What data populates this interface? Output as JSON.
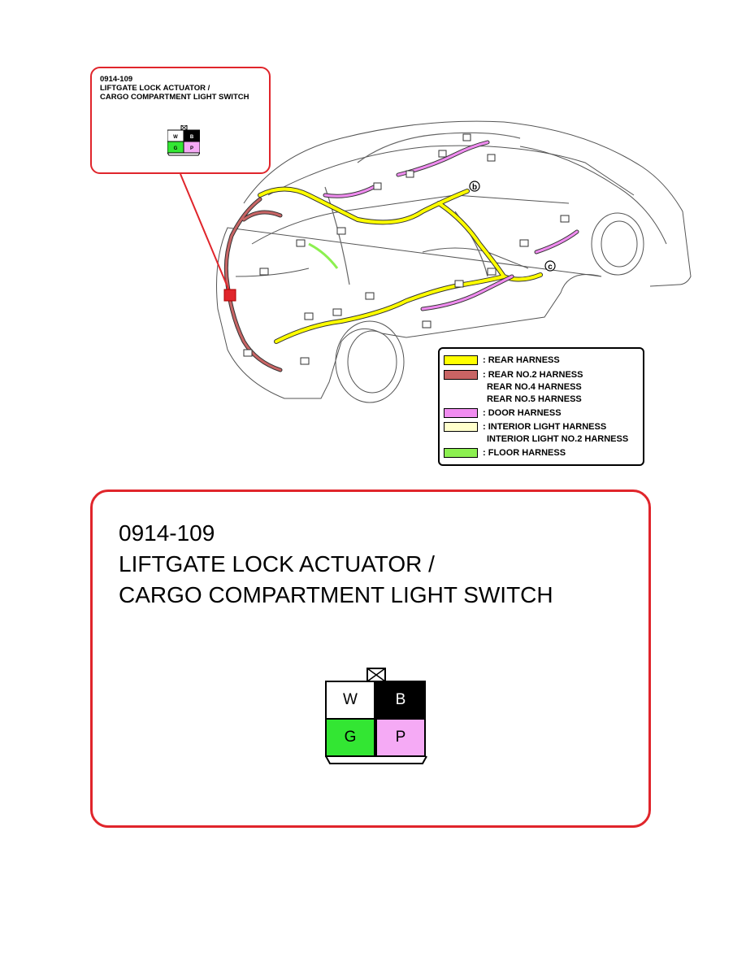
{
  "connector": {
    "code": "0914-109",
    "name_line1": "LIFTGATE LOCK ACTUATOR /",
    "name_line2": "CARGO COMPARTMENT LIGHT SWITCH",
    "pins": [
      {
        "label": "W",
        "color": "#ffffff",
        "text_color": "#000000"
      },
      {
        "label": "B",
        "color": "#000000",
        "text_color": "#ffffff"
      },
      {
        "label": "G",
        "color": "#33e633",
        "text_color": "#000000"
      },
      {
        "label": "P",
        "color": "#f5aaf5",
        "text_color": "#000000"
      }
    ]
  },
  "markers": {
    "b": "b",
    "c": "c"
  },
  "legend": [
    {
      "color": "#ffff00",
      "lines": [
        ": REAR HARNESS"
      ]
    },
    {
      "color": "#c86464",
      "lines": [
        ": REAR NO.2 HARNESS",
        "REAR NO.4 HARNESS",
        "REAR NO.5 HARNESS"
      ]
    },
    {
      "color": "#f08cf0",
      "lines": [
        ": DOOR HARNESS"
      ]
    },
    {
      "color": "#ffffcc",
      "lines": [
        ": INTERIOR LIGHT HARNESS",
        "INTERIOR LIGHT NO.2 HARNESS"
      ]
    },
    {
      "color": "#8cf050",
      "lines": [
        ": FLOOR HARNESS"
      ]
    }
  ],
  "colors": {
    "callout_border": "#e0252b",
    "locator": "#e0252b"
  }
}
